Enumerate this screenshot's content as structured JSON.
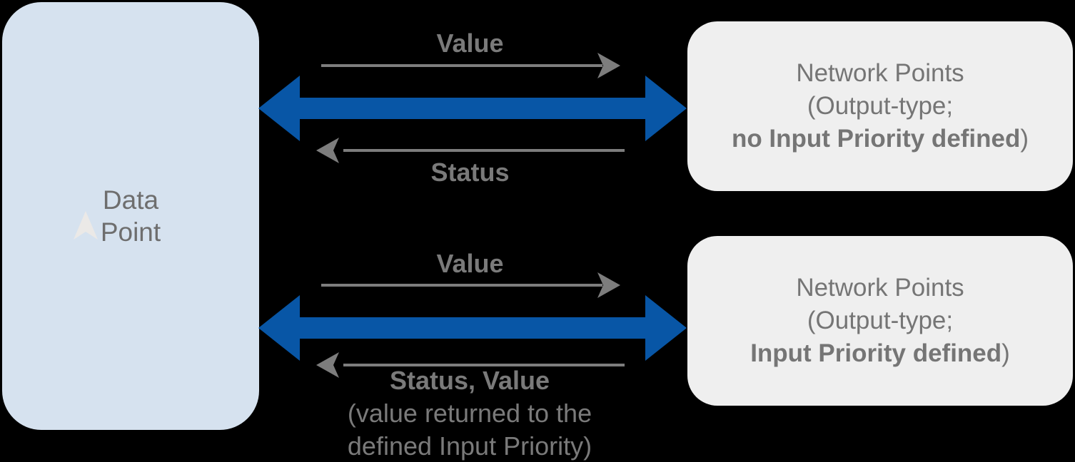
{
  "colors": {
    "background": "#000000",
    "source_box_bg": "#d6e2ef",
    "target_box_bg": "#efefef",
    "arrow_blue": "#0856a6",
    "arrow_gray": "#7d7d7d",
    "label_gray": "#7a7a7a",
    "box_text_gray": "#757575",
    "cursor_fill": "#ebe9e7"
  },
  "diagram": {
    "source_box": {
      "line1": "Data",
      "line2": "Point"
    },
    "flows": [
      {
        "forward_label": "Value",
        "return_label": "Status",
        "target_box": {
          "line1": "Network Points",
          "line2": "(Output-type;",
          "line3_bold": "no Input Priority defined",
          "line3_tail": ")"
        }
      },
      {
        "forward_label": "Value",
        "return_label": "Status, Value",
        "return_note_line1": "(value returned to the",
        "return_note_line2": "defined Input Priority)",
        "target_box": {
          "line1": "Network Points",
          "line2": "(Output-type;",
          "line3_bold": "Input Priority defined",
          "line3_tail": ")"
        }
      }
    ]
  }
}
